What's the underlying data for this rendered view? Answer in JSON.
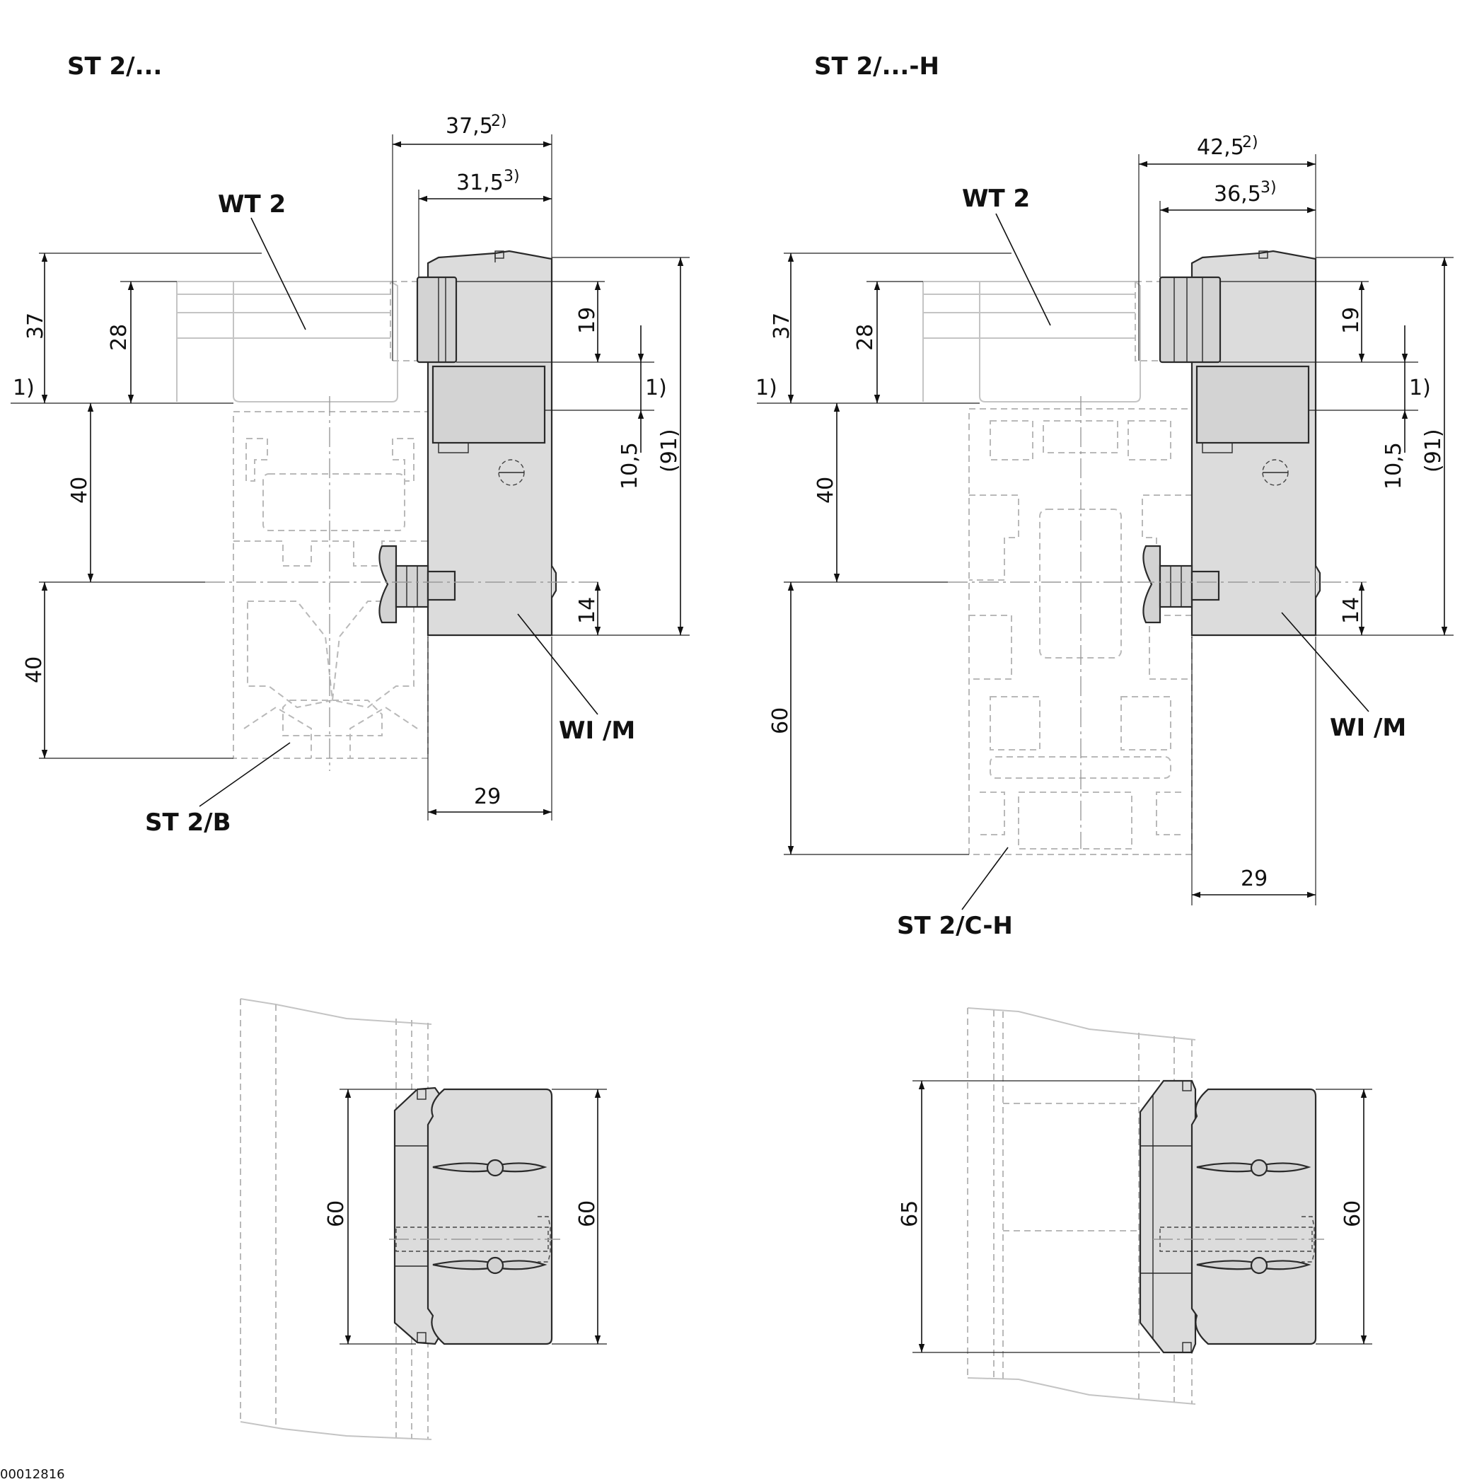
{
  "image_id": "00012816",
  "views": {
    "left": {
      "title": "ST 2/...",
      "labels": {
        "carrier": "WT 2",
        "module": "WI /M",
        "section": "ST 2/B"
      },
      "dims": {
        "overall_width": "37,5",
        "overall_width_note": "2)",
        "inner_width": "31,5",
        "inner_width_note": "3)",
        "height_37": "37",
        "height_28": "28",
        "height_19": "19",
        "note_1_left": "1)",
        "note_1_right": "1)",
        "height_10_5": "10,5",
        "height_91": "(91)",
        "pitch_upper": "40",
        "pitch_lower": "40",
        "height_14": "14",
        "width_29": "29",
        "plan_height_left": "60",
        "plan_height_right": "60"
      }
    },
    "right": {
      "title": "ST 2/...-H",
      "labels": {
        "carrier": "WT 2",
        "module": "WI /M",
        "section": "ST 2/C-H"
      },
      "dims": {
        "overall_width": "42,5",
        "overall_width_note": "2)",
        "inner_width": "36,5",
        "inner_width_note": "3)",
        "height_37": "37",
        "height_28": "28",
        "height_19": "19",
        "note_1_left": "1)",
        "note_1_right": "1)",
        "height_10_5": "10,5",
        "height_91": "(91)",
        "pitch_upper": "40",
        "pitch_lower": "60",
        "height_14": "14",
        "width_29": "29",
        "plan_height_left": "65",
        "plan_height_right": "60"
      }
    }
  }
}
